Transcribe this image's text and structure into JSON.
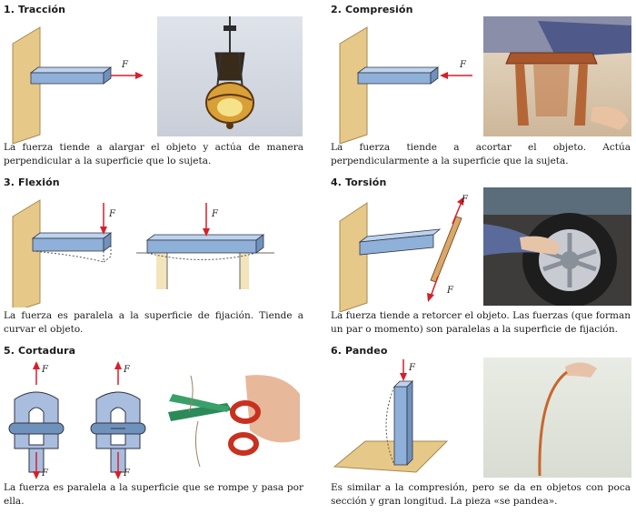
{
  "panels": [
    {
      "title": "1. Tracción",
      "text": "La fuerza tiende a alargar el objeto y actúa de manera perpendicular a la superficie que lo sujeta."
    },
    {
      "title": "2. Compresión",
      "text": "La fuerza tiende a acortar el objeto. Actúa perpendicularmente a la superficie que la sujeta."
    },
    {
      "title": "3. Flexión",
      "text": "La fuerza es paralela a la superficie de fijación. Tiende a curvar el objeto."
    },
    {
      "title": "4. Torsión",
      "text": "La fuerza tiende a retorcer el objeto. Las fuerzas (que forman un par o momento) son paralelas a la superficie de fijación."
    },
    {
      "title": "5. Cortadura",
      "text": "La fuerza es paralela a la superficie que se rompe y pasa por ella."
    },
    {
      "title": "6. Pandeo",
      "text": "Es similar a la compresión, pero se da en objetos con poca sección y gran longitud. La pieza «se pandea»."
    }
  ],
  "force_label": "F",
  "colors": {
    "arrow": "#d81e2a",
    "beam": "#8fb0d8",
    "wall": "#e8c98a",
    "bg": "#ffffff"
  }
}
